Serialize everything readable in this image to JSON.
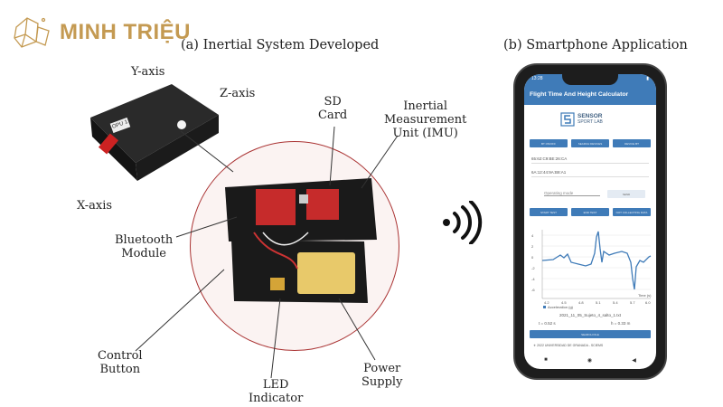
{
  "brand": {
    "watermark": "MINH TRIỆU",
    "accent": "#c49a52"
  },
  "panel_a": {
    "title": "(a) Inertial System Developed",
    "axes": {
      "y": "Y-axis",
      "z": "Z-axis",
      "x": "X-axis"
    },
    "labels": {
      "sd_card": [
        "SD",
        "Card"
      ],
      "imu": [
        "Inertial",
        "Measurement",
        "Unit (IMU)"
      ],
      "bluetooth": [
        "Bluetooth",
        "Module"
      ],
      "control": [
        "Control",
        "Button"
      ],
      "led": [
        "LED",
        "Indicator"
      ],
      "power": [
        "Power",
        "Supply"
      ]
    },
    "device_tag": "OPU 1"
  },
  "panel_b": {
    "title": "(b) Smartphone Application",
    "status_time": "13:28",
    "app_title": "Flight Time And Height Calculator",
    "logo": {
      "line1": "SENSOR",
      "line2": "SPORT LAB"
    },
    "top_buttons": [
      "BT ON/OFF",
      "SEARCH DEVICES",
      "DEVICE BT"
    ],
    "addresses": [
      "65:62:C9:BE:26:CA",
      "6A:12:44:9A:B8:A1"
    ],
    "mode_placeholder": "Operating mode",
    "mode_button": "SEND",
    "test_buttons": [
      "START TEST",
      "END TEST",
      "NOT COLLECTING DATA"
    ],
    "chart": {
      "y_ticks": [
        "4",
        "2",
        "0",
        "-2",
        "-4",
        "-6"
      ],
      "x_ticks": [
        "4.2",
        "4.5",
        "4.8",
        "5.1",
        "5.4",
        "5.7",
        "6.0"
      ],
      "x_label": "Time (s)",
      "legend": "Acceleration (g)"
    },
    "filename": "2021_11_05_Sujeto_4_salto_1.txt",
    "t_value": "t = 0.52   s",
    "h_value": "h = 0.33   m",
    "search_file": "SEARCH FILE",
    "footer": "2022 UNIVERSIDAD DE GRANADA - SCIEMS"
  }
}
